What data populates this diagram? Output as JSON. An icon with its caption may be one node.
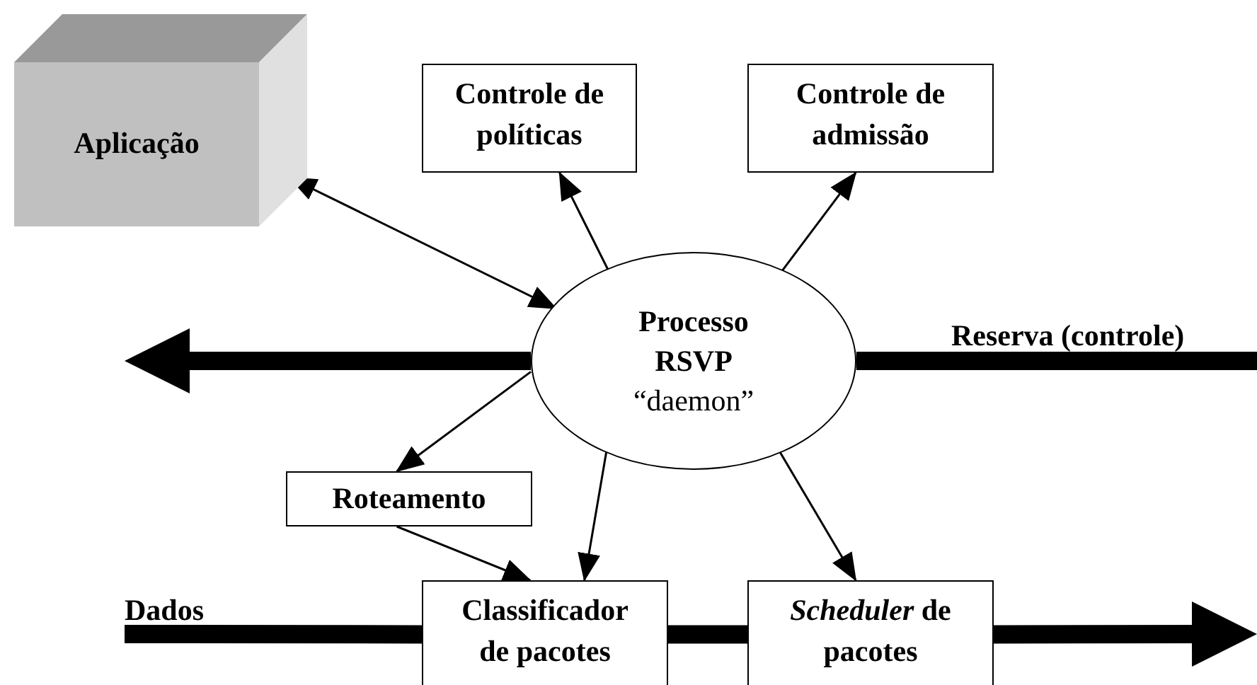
{
  "diagram": {
    "nodes": [
      {
        "text": [
          "Aplicação"
        ]
      },
      {
        "text": [
          "Controle de políticas"
        ]
      },
      {
        "text": [
          "Controle de admissão"
        ]
      },
      {
        "text": [
          "Processo RSVP",
          "“daemon”"
        ]
      },
      {
        "text": [
          "Roteamento"
        ]
      },
      {
        "text": [
          "Classificador de pacotes"
        ]
      },
      {
        "text": [
          "*Scheduler* de pacotes"
        ]
      }
    ],
    "edges": [
      {
        "from": 0,
        "to": 3,
        "arrow": "both"
      },
      {
        "from": 3,
        "to": 1,
        "arrow": "to"
      },
      {
        "from": 3,
        "to": 2,
        "arrow": "to"
      },
      {
        "from": 3,
        "to": 4,
        "arrow": "to"
      },
      {
        "from": 4,
        "to": 5,
        "arrow": "to"
      },
      {
        "from": 3,
        "to": 5,
        "arrow": "to"
      },
      {
        "from": 3,
        "to": 6,
        "arrow": "to"
      },
      {
        "from": null,
        "to": 3,
        "arrow": "none",
        "label": "Reserva (controle)",
        "style": "thick"
      },
      {
        "from": 3,
        "to": null,
        "arrow": "to",
        "style": "thick"
      },
      {
        "from": null,
        "to": 5,
        "arrow": "none",
        "label": "Dados",
        "style": "thick"
      },
      {
        "from": 5,
        "to": 6,
        "arrow": "none",
        "style": "thick"
      },
      {
        "from": 6,
        "to": null,
        "arrow": "to",
        "style": "thick"
      }
    ]
  }
}
